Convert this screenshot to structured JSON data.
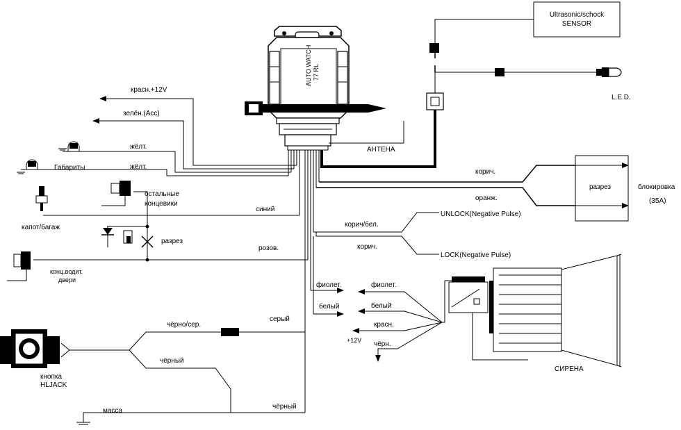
{
  "module": {
    "line1": "AUTO WATCH",
    "line2": "77 RL"
  },
  "sensor": {
    "line1": "Ultrasonic/schock",
    "line2": "SENSOR"
  },
  "led": "L.E.D.",
  "antenna": "АНТЕНА",
  "wires_left": {
    "red12v": "красн.+12V",
    "green_acc": "зелён.(Acc)",
    "yellow1": "жёлт.",
    "yellow2": "жёлт.",
    "gabarity": "Габариты",
    "other_switches_1": "остальные",
    "other_switches_2": "концевики",
    "blue": "синий",
    "hood_trunk": "капот/багаж",
    "cut": "разрез",
    "pink": "розов.",
    "driver_door_1": "конц.водит.",
    "driver_door_2": "двери"
  },
  "wires_right": {
    "brown": "корич.",
    "orange": "оранж.",
    "cut": "разрез",
    "blocking": "блокировка",
    "amp": "(35А)",
    "brown_white": "корич/бел.",
    "brown2": "корич.",
    "unlock": "UNLOCK(Negative Pulse)",
    "lock": "LOCK(Negative Pulse)"
  },
  "siren_wires": {
    "violet_left": "фиолет.",
    "white_left": "белый",
    "violet_right": "фиолет.",
    "white_right": "белый",
    "red": "красн.",
    "plus12": "+12V",
    "black": "чёрн.",
    "siren": "СИРЕНА"
  },
  "bottom": {
    "grey": "серый",
    "black_grey": "чёрно/сер.",
    "black": "чёрный",
    "black2": "чёрный",
    "mass": "масса",
    "button_1": "кнопка",
    "button_2": "HLJACK"
  }
}
